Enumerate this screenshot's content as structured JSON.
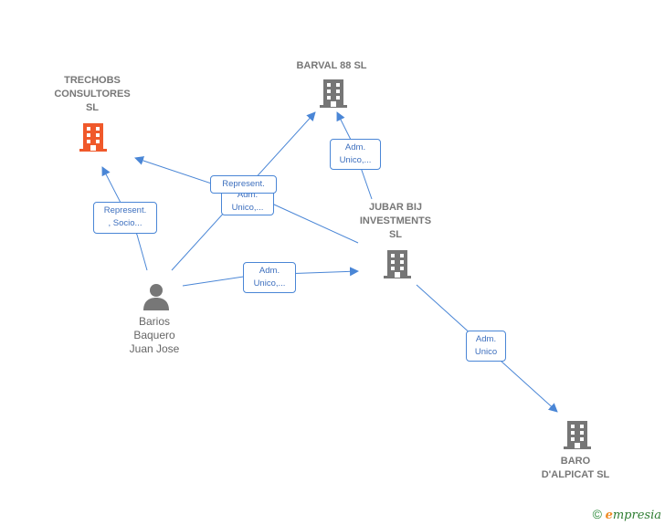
{
  "colors": {
    "edge": "#4a86d6",
    "company": "#767676",
    "highlight": "#f0592b",
    "person": "#777777"
  },
  "nodes": {
    "trechobs": {
      "label": "TRECHOBS\nCONSULTORES\nSL",
      "icon": "building-icon"
    },
    "barval": {
      "label": "BARVAL 88  SL",
      "icon": "building-icon"
    },
    "jubar": {
      "label": "JUBAR BIJ\nINVESTMENTS\nSL",
      "icon": "building-icon"
    },
    "baro": {
      "label": "BARO\nD'ALPICAT SL",
      "icon": "building-icon"
    },
    "barios": {
      "label": "Barios\nBaquero\nJuan Jose",
      "icon": "person-icon"
    }
  },
  "edge_labels": {
    "represent_socio": "Represent.\n, Socio...",
    "represent": "Represent.",
    "adm_unico_hidden": "Adm.\nUnico,...",
    "adm_unico_barval": "Adm.\nUnico,...",
    "adm_unico_jubar": "Adm.\nUnico,...",
    "adm_unico_baro": "Adm.\nUnico"
  },
  "footer": {
    "copyright": "©",
    "brand_first": "e",
    "brand_rest": "mpresia"
  }
}
